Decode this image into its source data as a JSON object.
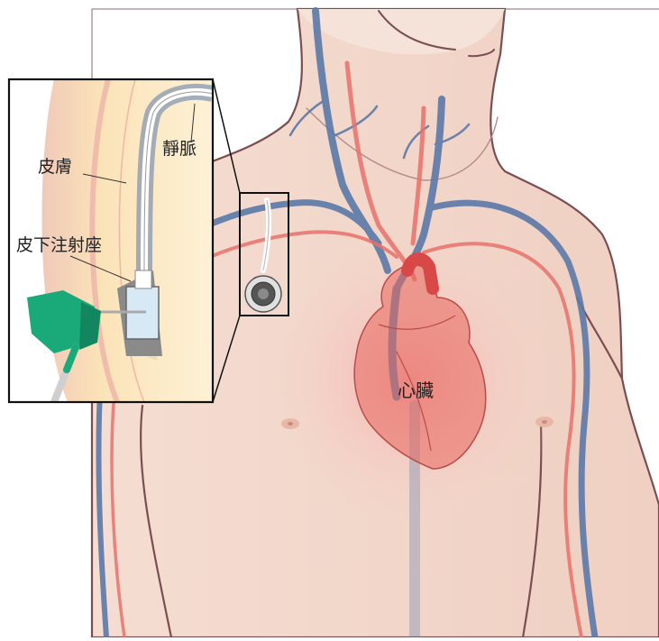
{
  "labels": {
    "skin": "皮膚",
    "vein": "靜脈",
    "port": "皮下注射座",
    "heart": "心臟"
  },
  "colors": {
    "skin_tone": "#f3d9cc",
    "outline": "#7a4e52",
    "vein": "#5b79a8",
    "artery": "#e8716b",
    "heart": "#e8685e",
    "fat_layer": "#fbe7b8",
    "port_connector": "#1aaa7a"
  }
}
